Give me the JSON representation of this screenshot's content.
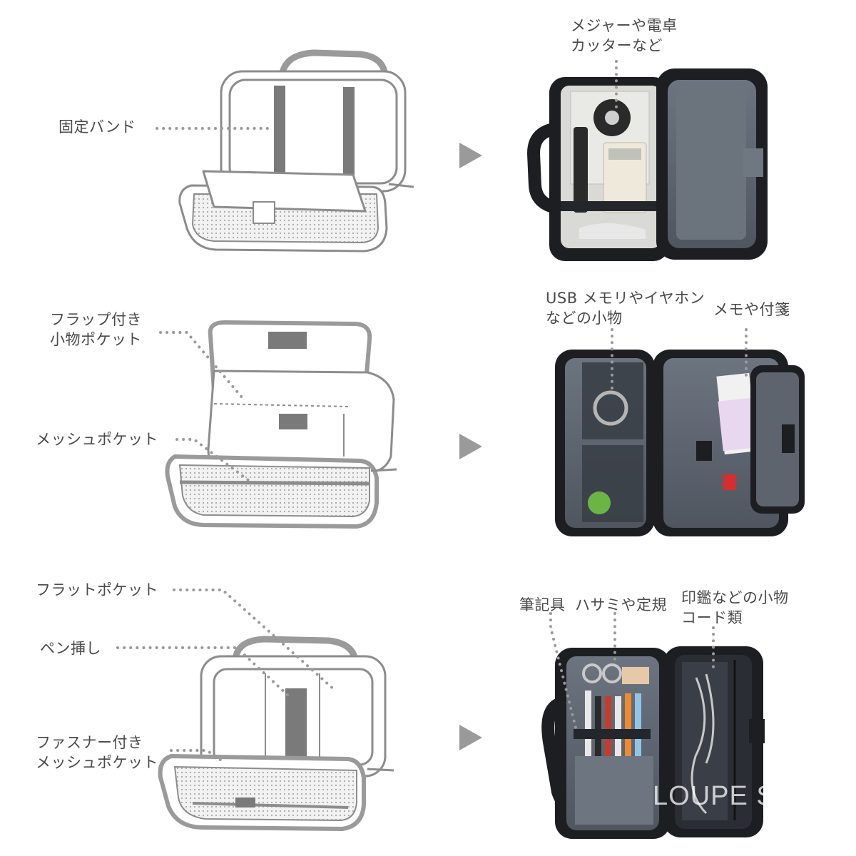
{
  "colors": {
    "outline": "#8c8c8c",
    "band": "#7a7a7a",
    "dots": "#9a9a9a",
    "arrow": "#9a9a9a",
    "case_dark": "#1c1e22",
    "case_lining": "#5f6670",
    "text": "#4a4a4a"
  },
  "panel1": {
    "left_labels": {
      "band": "固定バンド"
    },
    "right_labels": {
      "measure_line1": "メジャーや電卓",
      "measure_line2": "カッターなど"
    }
  },
  "panel2": {
    "left_labels": {
      "flap_line1": "フラップ付き",
      "flap_line2": "小物ポケット",
      "mesh": "メッシュポケット"
    },
    "right_labels": {
      "usb_line1": "USB メモリやイヤホン",
      "usb_line2": "などの小物",
      "memo": "メモや付箋"
    }
  },
  "panel3": {
    "left_labels": {
      "flat": "フラットポケット",
      "pen": "ペン挿し",
      "zip_line1": "ファスナー付き",
      "zip_line2": "メッシュポケット"
    },
    "right_labels": {
      "writing": "筆記具",
      "scissors": "ハサミや定規",
      "seal_line1": "印鑑などの小物",
      "seal_line2": "コード類"
    }
  },
  "icons": {
    "arrow": "play-arrow-icon"
  },
  "watermark": "LOUPE STUDIO"
}
